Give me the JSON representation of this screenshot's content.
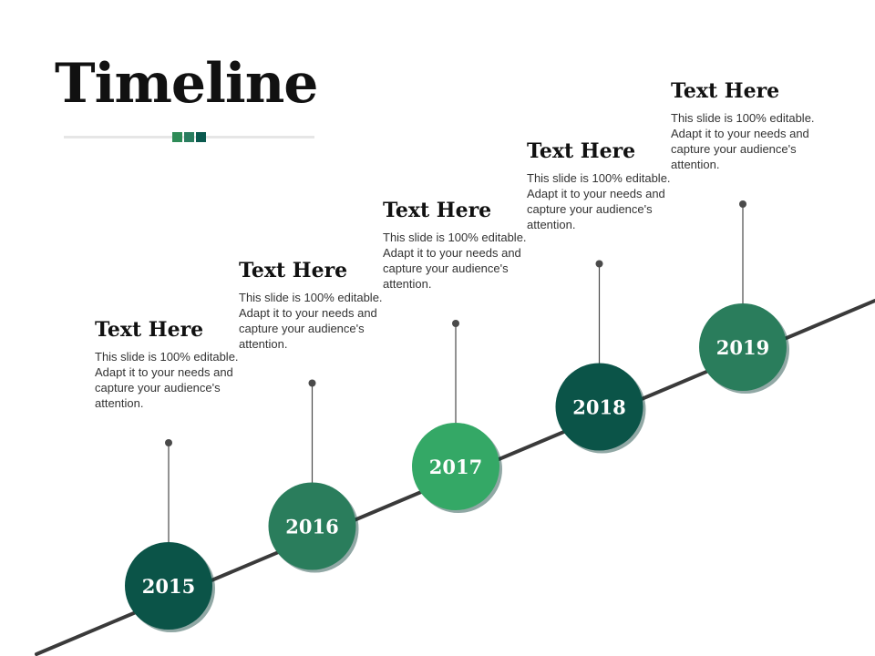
{
  "slide": {
    "title": "Timeline",
    "accent_squares": [
      "#2e8b57",
      "#2a7d5f",
      "#0b5a4f"
    ]
  },
  "colors": {
    "line": "#3a3a3a",
    "stem": "#4a4a4a",
    "year_text": "#ffffff",
    "shadow": "#0a3f37"
  },
  "events": [
    {
      "year": "2015",
      "heading": "Text Here",
      "body": "This slide is 100% editable. Adapt it to your needs and capture your audience's attention.",
      "color": "#0b5448"
    },
    {
      "year": "2016",
      "heading": "Text Here",
      "body": "This slide is 100% editable. Adapt it to your needs and capture your audience's attention.",
      "color": "#2a7d5c"
    },
    {
      "year": "2017",
      "heading": "Text Here",
      "body": "This slide is 100% editable. Adapt it to your needs and capture your audience's attention.",
      "color": "#34a866"
    },
    {
      "year": "2018",
      "heading": "Text Here",
      "body": "This slide is 100% editable. Adapt it to your needs and capture your audience's attention.",
      "color": "#0b5448"
    },
    {
      "year": "2019",
      "heading": "Text Here",
      "body": "This slide is 100% editable. Adapt it to your needs and capture your audience's attention.",
      "color": "#2a7d5c"
    }
  ]
}
